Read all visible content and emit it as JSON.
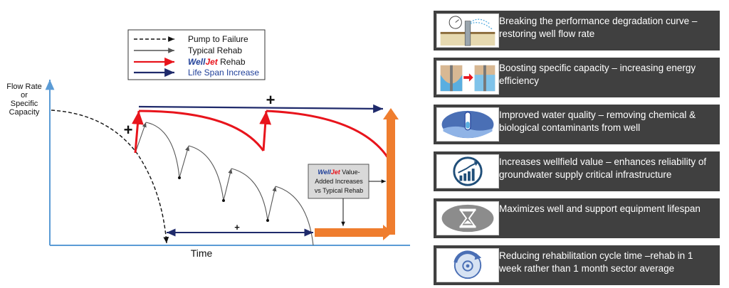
{
  "legend": {
    "pump_to_failure": "Pump to Failure",
    "typical_rehab": "Typical Rehab",
    "welljet_brand_well": "Well",
    "welljet_brand_jet": "Jet",
    "welljet_rehab_suffix": " Rehab",
    "life_span_increase": "Life Span Increase"
  },
  "axes": {
    "y_label_line1": "Flow Rate",
    "y_label_line2": "or",
    "y_label_line3": "Specific",
    "y_label_line4": "Capacity",
    "x_label": "Time"
  },
  "annotations": {
    "plus_left": "+",
    "plus_top": "+",
    "plus_bottom": "+",
    "callout_brand_well": "Well",
    "callout_brand_jet": "Jet",
    "callout_line1_suffix": " Value-",
    "callout_line2": "Added Increases",
    "callout_line3": "vs Typical Rehab"
  },
  "colors": {
    "welljet_red": "#e8141c",
    "life_span_navy": "#1f2a6b",
    "orange": "#ef7d2e",
    "axis_blue": "#5b9bd5",
    "brand_blue": "#1f3f99",
    "panel_dark": "#404040"
  },
  "benefits": [
    {
      "icon": "well-pump-icon",
      "text": "Breaking the  performance degradation curve – restoring well flow rate"
    },
    {
      "icon": "specific-capacity-icon",
      "text": "Boosting specific capacity – increasing energy efficiency"
    },
    {
      "icon": "test-tube-icon",
      "text": "Improved water quality – removing chemical & biological contaminants from well"
    },
    {
      "icon": "rising-chart-icon",
      "text": "Increases wellfield value – enhances reliability of groundwater supply critical infrastructure"
    },
    {
      "icon": "hourglass-icon",
      "text": "Maximizes well and support equipment lifespan"
    },
    {
      "icon": "cycle-gear-icon",
      "text": "Reducing rehabilitation cycle time –rehab in 1 week rather than 1 month sector average"
    }
  ]
}
